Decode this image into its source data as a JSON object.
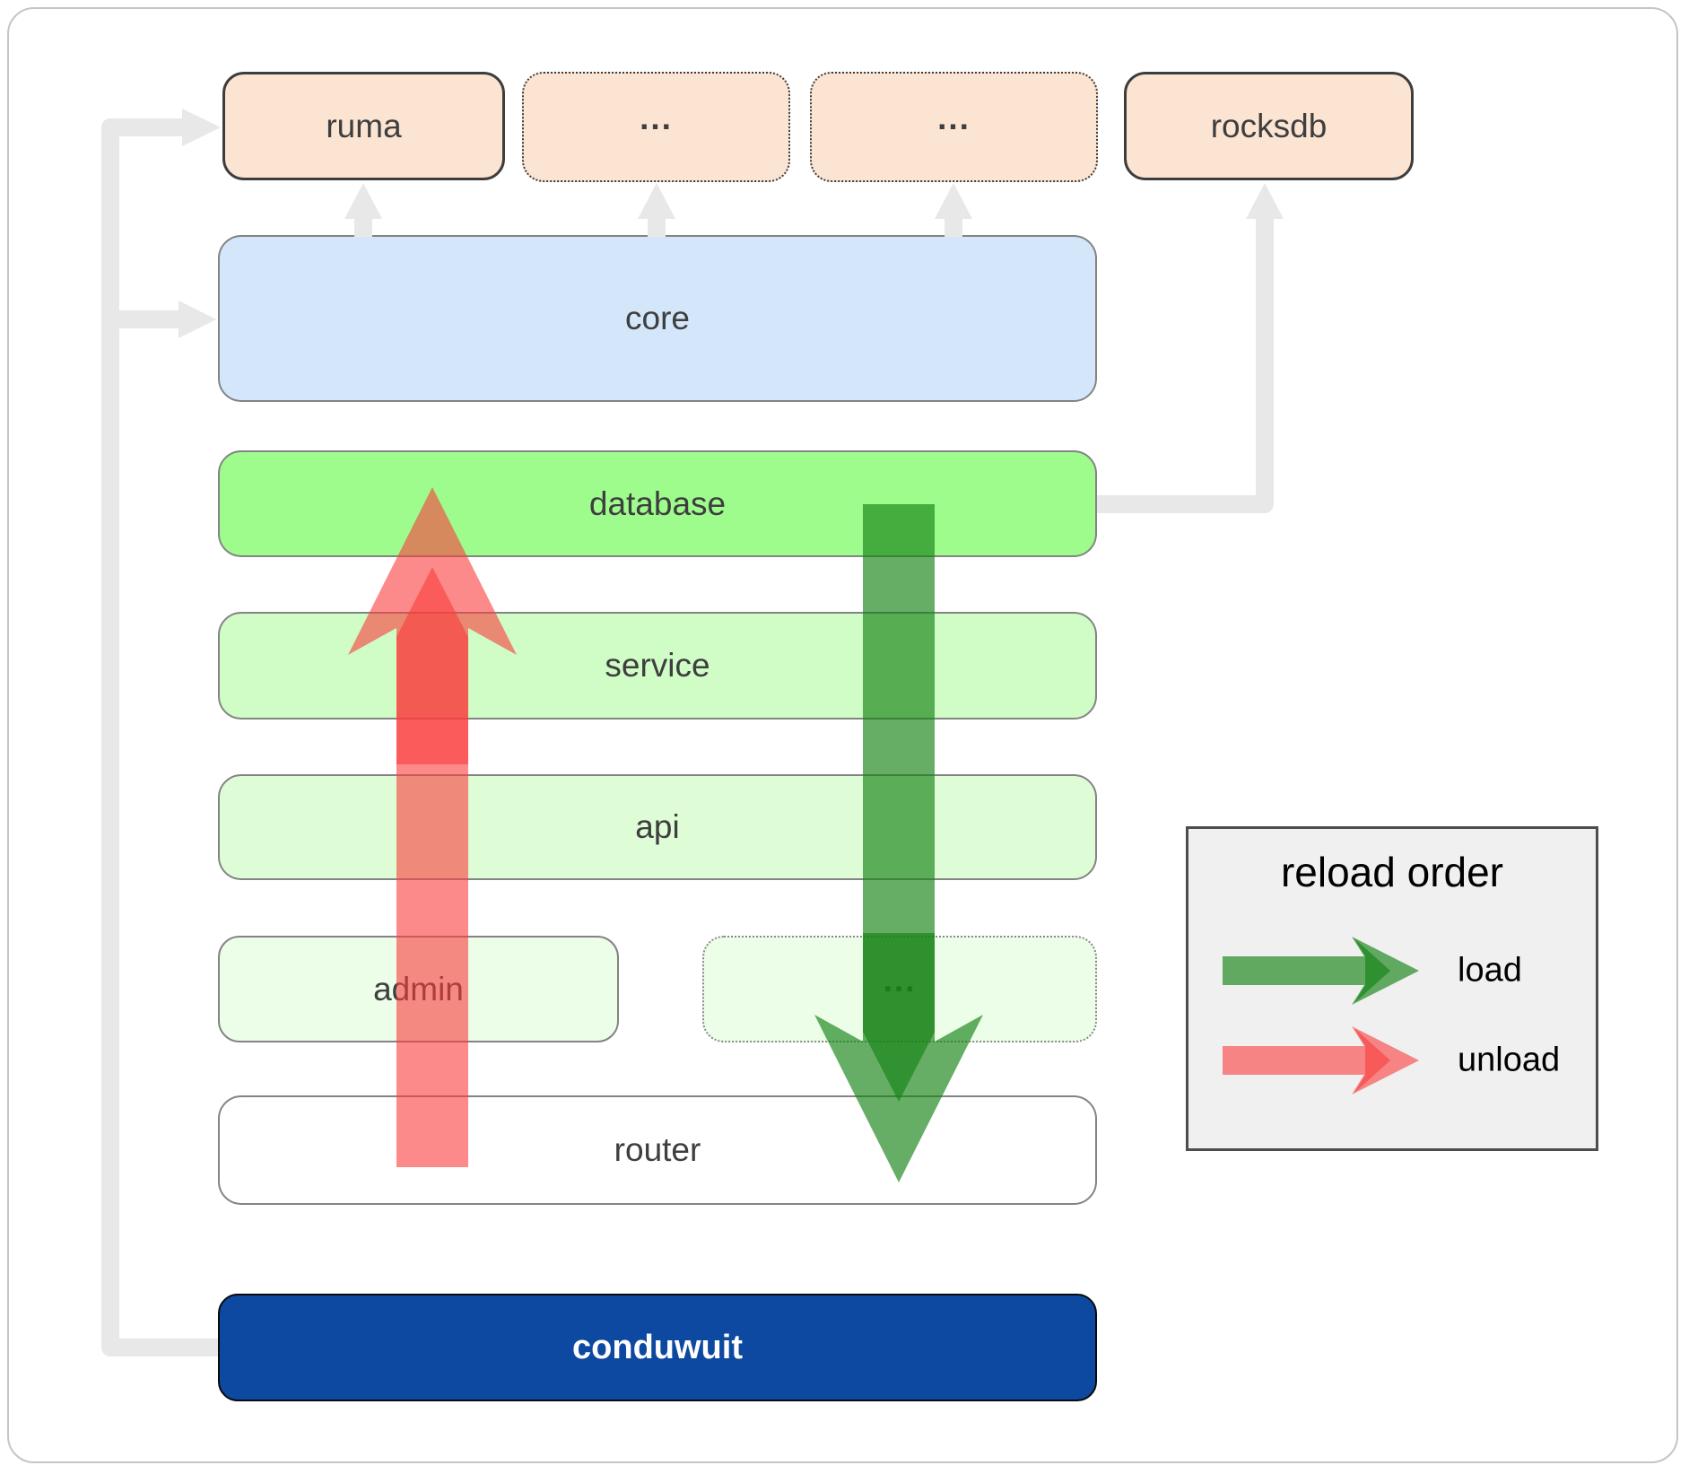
{
  "boxes": {
    "ruma": "ruma",
    "ellipsis_top_1": "...",
    "ellipsis_top_2": "...",
    "rocksdb": "rocksdb",
    "core": "core",
    "database": "database",
    "service": "service",
    "api": "api",
    "admin": "admin",
    "ellipsis_admin": "...",
    "router": "router",
    "conduwuit": "conduwuit"
  },
  "legend": {
    "title": "reload order",
    "load_label": "load",
    "unload_label": "unload"
  },
  "colors": {
    "load_green": "rgba(20,130,20,0.65)",
    "unload_red": "rgba(250,60,60,0.6)",
    "connector_gray": "#e8e8e8",
    "database_green": "#9efc8d",
    "core_blue": "#d4e7fa",
    "module_peach": "#fce4d3",
    "conduwuit_blue": "#0d49a0"
  }
}
